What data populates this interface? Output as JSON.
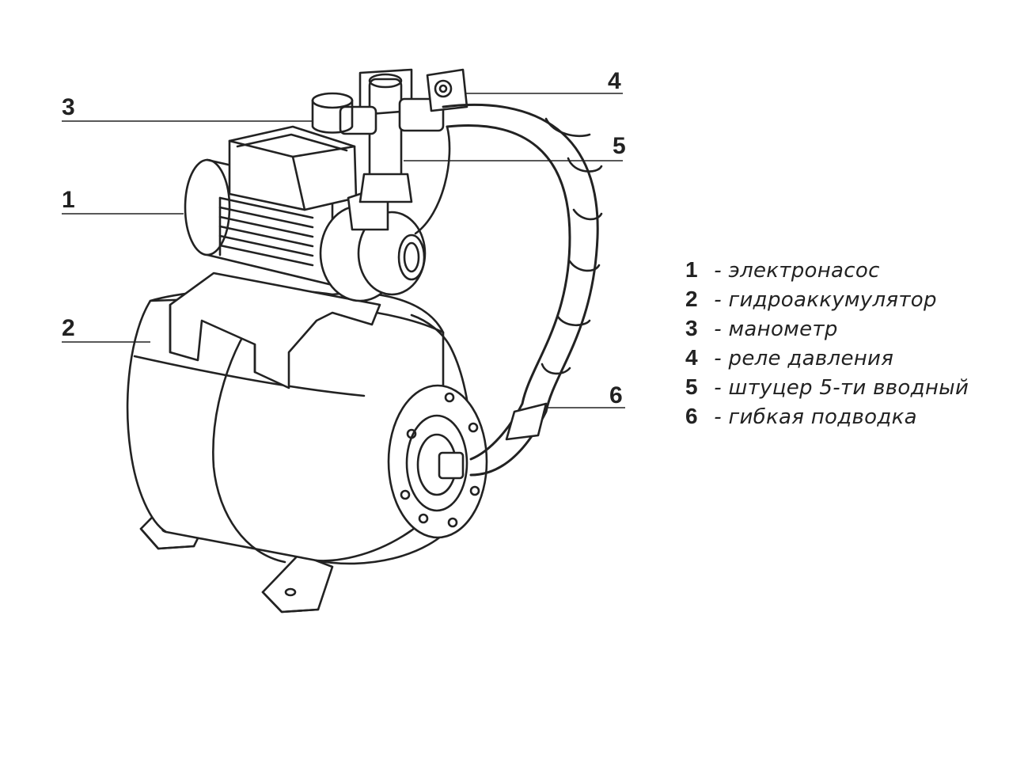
{
  "callouts": [
    {
      "num": "1",
      "label": "электронасос"
    },
    {
      "num": "2",
      "label": "гидроаккумулятор"
    },
    {
      "num": "3",
      "label": "манометр"
    },
    {
      "num": "4",
      "label": "реле давления"
    },
    {
      "num": "5",
      "label": "штуцер 5-ти вводный"
    },
    {
      "num": "6",
      "label": "гибкая подводка"
    }
  ],
  "legend": [
    {
      "num": "1",
      "text": "- электронасос"
    },
    {
      "num": "2",
      "text": "- гидроаккумулятор"
    },
    {
      "num": "3",
      "text": "- манометр"
    },
    {
      "num": "4",
      "text": "- реле давления"
    },
    {
      "num": "5",
      "text": "- штуцер 5-ти вводный"
    },
    {
      "num": "6",
      "text": "- гибкая подводка"
    }
  ],
  "colors": {
    "line": "#222222",
    "background": "#ffffff"
  }
}
